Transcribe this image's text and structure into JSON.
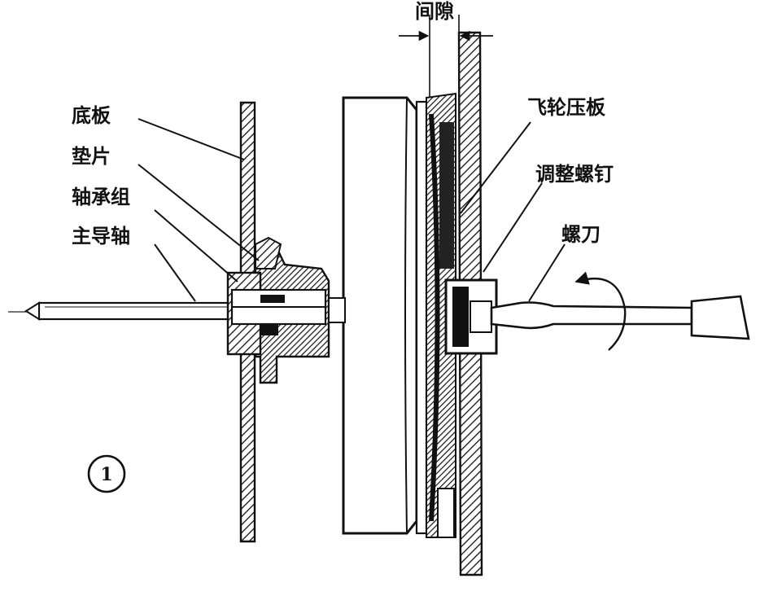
{
  "labels": {
    "gap": "间隙",
    "base_plate": "底板",
    "shim": "垫片",
    "bearing_group": "轴承组",
    "main_shaft": "主导轴",
    "flywheel_plate": "飞轮压板",
    "adjust_screw": "调整螺钉",
    "screwdriver": "螺刀"
  },
  "figure_number": "1"
}
